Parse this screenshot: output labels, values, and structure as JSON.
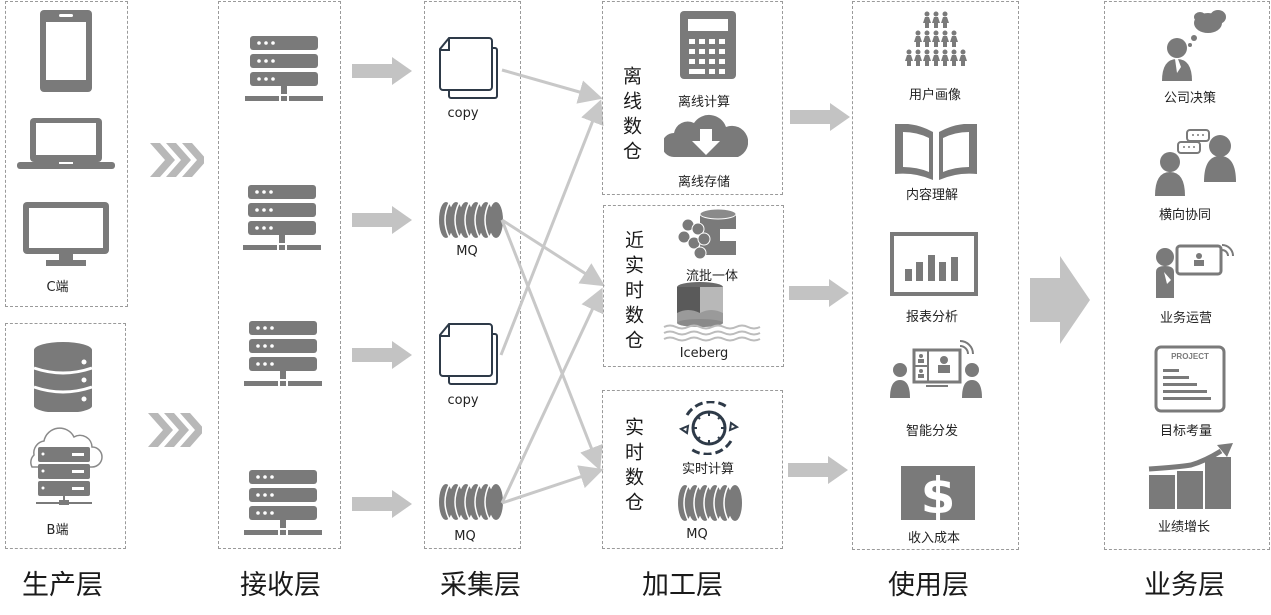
{
  "title": "数据架构分层",
  "layers": [
    {
      "id": "production",
      "label": "生产层"
    },
    {
      "id": "receive",
      "label": "接收层"
    },
    {
      "id": "collect",
      "label": "采集层"
    },
    {
      "id": "process",
      "label": "加工层"
    },
    {
      "id": "usage",
      "label": "使用层"
    },
    {
      "id": "business",
      "label": "业务层"
    }
  ],
  "production": {
    "c_end": {
      "label": "C端",
      "icons": [
        "smartphone-icon",
        "laptop-icon",
        "monitor-icon"
      ]
    },
    "b_end": {
      "label": "B端",
      "icons": [
        "database-icon",
        "cloud-server-icon"
      ]
    }
  },
  "receive": {
    "servers": 4
  },
  "collect": {
    "items": [
      {
        "label": "copy",
        "icon": "copy-files-icon"
      },
      {
        "label": "MQ",
        "icon": "message-queue-icon"
      },
      {
        "label": "copy",
        "icon": "copy-files-icon"
      },
      {
        "label": "MQ",
        "icon": "message-queue-icon"
      }
    ]
  },
  "process": {
    "offline": {
      "title": "离线数仓",
      "items": [
        "离线计算",
        "离线存储"
      ]
    },
    "near_realtime": {
      "title": "近实时数仓",
      "items": [
        "流批一体",
        "Iceberg"
      ]
    },
    "realtime": {
      "title": "实时数仓",
      "items": [
        "实时计算",
        "MQ"
      ]
    }
  },
  "usage": {
    "items": [
      "用户画像",
      "内容理解",
      "报表分析",
      "智能分发",
      "收入成本"
    ]
  },
  "business": {
    "items": [
      "公司决策",
      "横向协同",
      "业务运营",
      "目标考量",
      "业绩增长"
    ],
    "project_label": "PROJECT"
  },
  "links": [
    {
      "from": "collect-copy-1",
      "to": "process-offline"
    },
    {
      "from": "collect-mq-1",
      "to": "process-near-realtime"
    },
    {
      "from": "collect-mq-1",
      "to": "process-realtime"
    },
    {
      "from": "collect-copy-2",
      "to": "process-offline"
    },
    {
      "from": "collect-mq-2",
      "to": "process-near-realtime"
    },
    {
      "from": "collect-mq-2",
      "to": "process-realtime"
    }
  ],
  "colors": {
    "icon": "#7a7a7a",
    "arrow": "#c3c3c3",
    "line": "#c8c8c8",
    "outline": "#2e3a48",
    "border": "#9a9a9a"
  }
}
